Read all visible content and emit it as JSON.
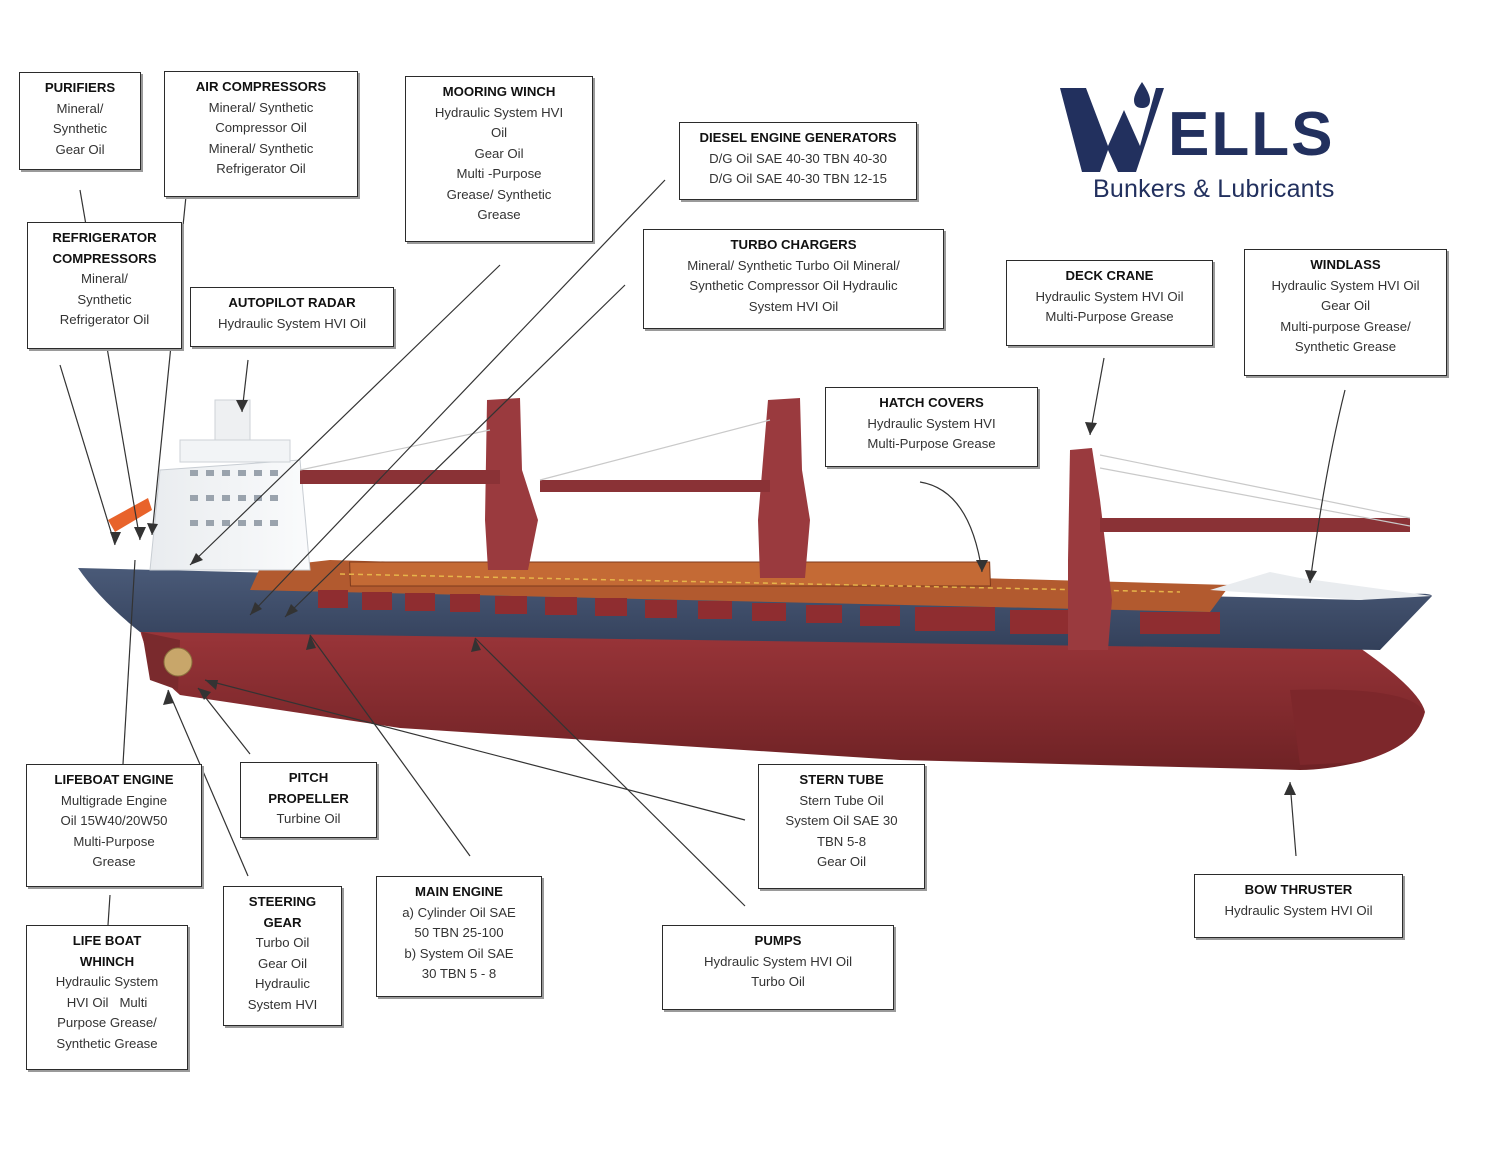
{
  "brand": {
    "name": "ELLS",
    "tagline": "Bunkers & Lubricants",
    "colors": {
      "navy": "#22305e",
      "hull_red": "#8e2f33",
      "hull_blue": "#3f4e6b",
      "deck": "#b0542e"
    }
  },
  "labels": [
    {
      "id": "purifiers",
      "title": "PURIFIERS",
      "lines": [
        "Mineral/",
        "Synthetic",
        "Gear Oil"
      ]
    },
    {
      "id": "air-compressors",
      "title": "AIR COMPRESSORS",
      "lines": [
        "Mineral/ Synthetic",
        "Compressor Oil",
        "Mineral/ Synthetic",
        "Refrigerator Oil"
      ]
    },
    {
      "id": "mooring-winch",
      "title": "MOORING WINCH",
      "lines": [
        "Hydraulic System HVI",
        "Oil",
        "Gear Oil",
        "Multi -Purpose",
        "Grease/ Synthetic",
        "Grease"
      ]
    },
    {
      "id": "diesel-engine-generators",
      "title": "DIESEL ENGINE GENERATORS",
      "lines": [
        "D/G Oil SAE 40-30 TBN 40-30",
        "D/G Oil SAE 40-30 TBN 12-15"
      ]
    },
    {
      "id": "refrigerator-compressors",
      "title": "REFRIGERATOR COMPRESSORS",
      "lines": [
        "Mineral/",
        "Synthetic",
        "Refrigerator Oil"
      ]
    },
    {
      "id": "autopilot-radar",
      "title": "AUTOPILOT RADAR",
      "lines": [
        "Hydraulic System HVI Oil"
      ]
    },
    {
      "id": "turbo-chargers",
      "title": "TURBO CHARGERS",
      "lines": [
        "Mineral/ Synthetic Turbo Oil Mineral/",
        "Synthetic Compressor Oil Hydraulic",
        "System HVI Oil"
      ]
    },
    {
      "id": "deck-crane",
      "title": "DECK CRANE",
      "lines": [
        "Hydraulic System HVI Oil",
        "Multi-Purpose Grease"
      ]
    },
    {
      "id": "windlass",
      "title": "WINDLASS",
      "lines": [
        "Hydraulic System HVI Oil",
        "Gear Oil",
        "Multi-purpose Grease/",
        "Synthetic Grease"
      ]
    },
    {
      "id": "hatch-covers",
      "title": "HATCH COVERS",
      "lines": [
        "Hydraulic System HVI",
        "Multi-Purpose Grease"
      ]
    },
    {
      "id": "lifeboat-engine",
      "title": "LIFEBOAT ENGINE",
      "lines": [
        "Multigrade Engine",
        "Oil 15W40/20W50",
        "Multi-Purpose",
        "Grease"
      ]
    },
    {
      "id": "pitch-propeller",
      "title": "PITCH PROPELLER",
      "lines": [
        "Turbine Oil"
      ]
    },
    {
      "id": "stern-tube",
      "title": "STERN TUBE",
      "lines": [
        "Stern Tube Oil",
        "System Oil SAE 30",
        "TBN 5-8",
        "Gear Oil"
      ]
    },
    {
      "id": "bow-thruster",
      "title": "BOW THRUSTER",
      "lines": [
        "Hydraulic System HVI Oil"
      ]
    },
    {
      "id": "steering-gear",
      "title": "STEERING GEAR",
      "lines": [
        "Turbo Oil",
        "Gear Oil",
        "Hydraulic",
        "System HVI"
      ]
    },
    {
      "id": "main-engine",
      "title": "MAIN ENGINE",
      "lines": [
        "a) Cylinder Oil SAE",
        "50 TBN 25-100",
        "b) System Oil SAE",
        "30 TBN 5 - 8"
      ]
    },
    {
      "id": "pumps",
      "title": "PUMPS",
      "lines": [
        "Hydraulic System HVI Oil",
        "Turbo Oil"
      ]
    },
    {
      "id": "life-boat-whinch",
      "title": "LIFE BOAT WHINCH",
      "lines": [
        "Hydraulic System",
        "HVI Oil   Multi",
        "Purpose Grease/",
        "Synthetic Grease"
      ]
    }
  ]
}
